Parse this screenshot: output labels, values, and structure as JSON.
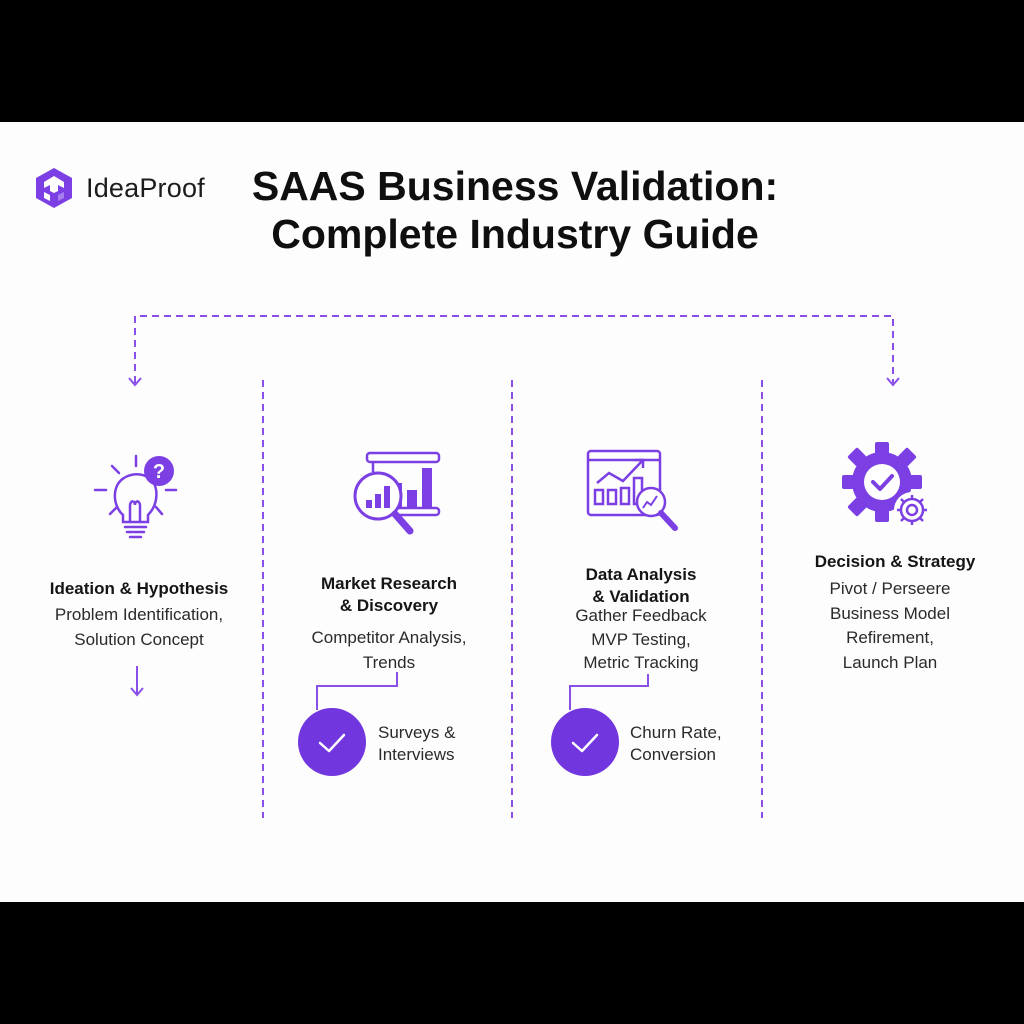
{
  "brand": {
    "name": "IdeaProof",
    "logo_icon": "hexagon-logo-icon",
    "accent_color": "#7136de",
    "line_color": "#8a4fe8"
  },
  "title": {
    "line1": "SAAS Business Validation:",
    "line2": "Complete Industry Guide"
  },
  "flow": {
    "loop_connector": "dashed-arrow-from-decision-back-to-ideation",
    "stages": [
      {
        "icon": "lightbulb-question-icon",
        "heading_lines": [
          "Ideation & Hypothesis"
        ],
        "description_lines": [
          "Problem Identification,",
          "Solution Concept"
        ],
        "next_arrow": "down-arrow-icon"
      },
      {
        "icon": "chart-magnifier-icon",
        "heading_lines": [
          "Market Research",
          "& Discovery"
        ],
        "description_lines": [
          "Competitor Analysis,",
          "Trends"
        ],
        "checkpoint": {
          "icon": "check-icon",
          "label_lines": [
            "Surveys &",
            "Interviews"
          ]
        }
      },
      {
        "icon": "analytics-window-magnifier-icon",
        "heading_lines": [
          "Data Analysis",
          "& Validation"
        ],
        "description_lines": [
          "Gather Feedback",
          "MVP Testing,",
          "Metric Tracking"
        ],
        "checkpoint": {
          "icon": "check-icon",
          "label_lines": [
            "Churn Rate,",
            "Conversion"
          ]
        }
      },
      {
        "icon": "gear-check-icon",
        "heading_lines": [
          "Decision & Strategy"
        ],
        "description_lines": [
          "Pivot / Perseere",
          "Business Model",
          "Refirement,",
          "Launch Plan"
        ]
      }
    ]
  }
}
